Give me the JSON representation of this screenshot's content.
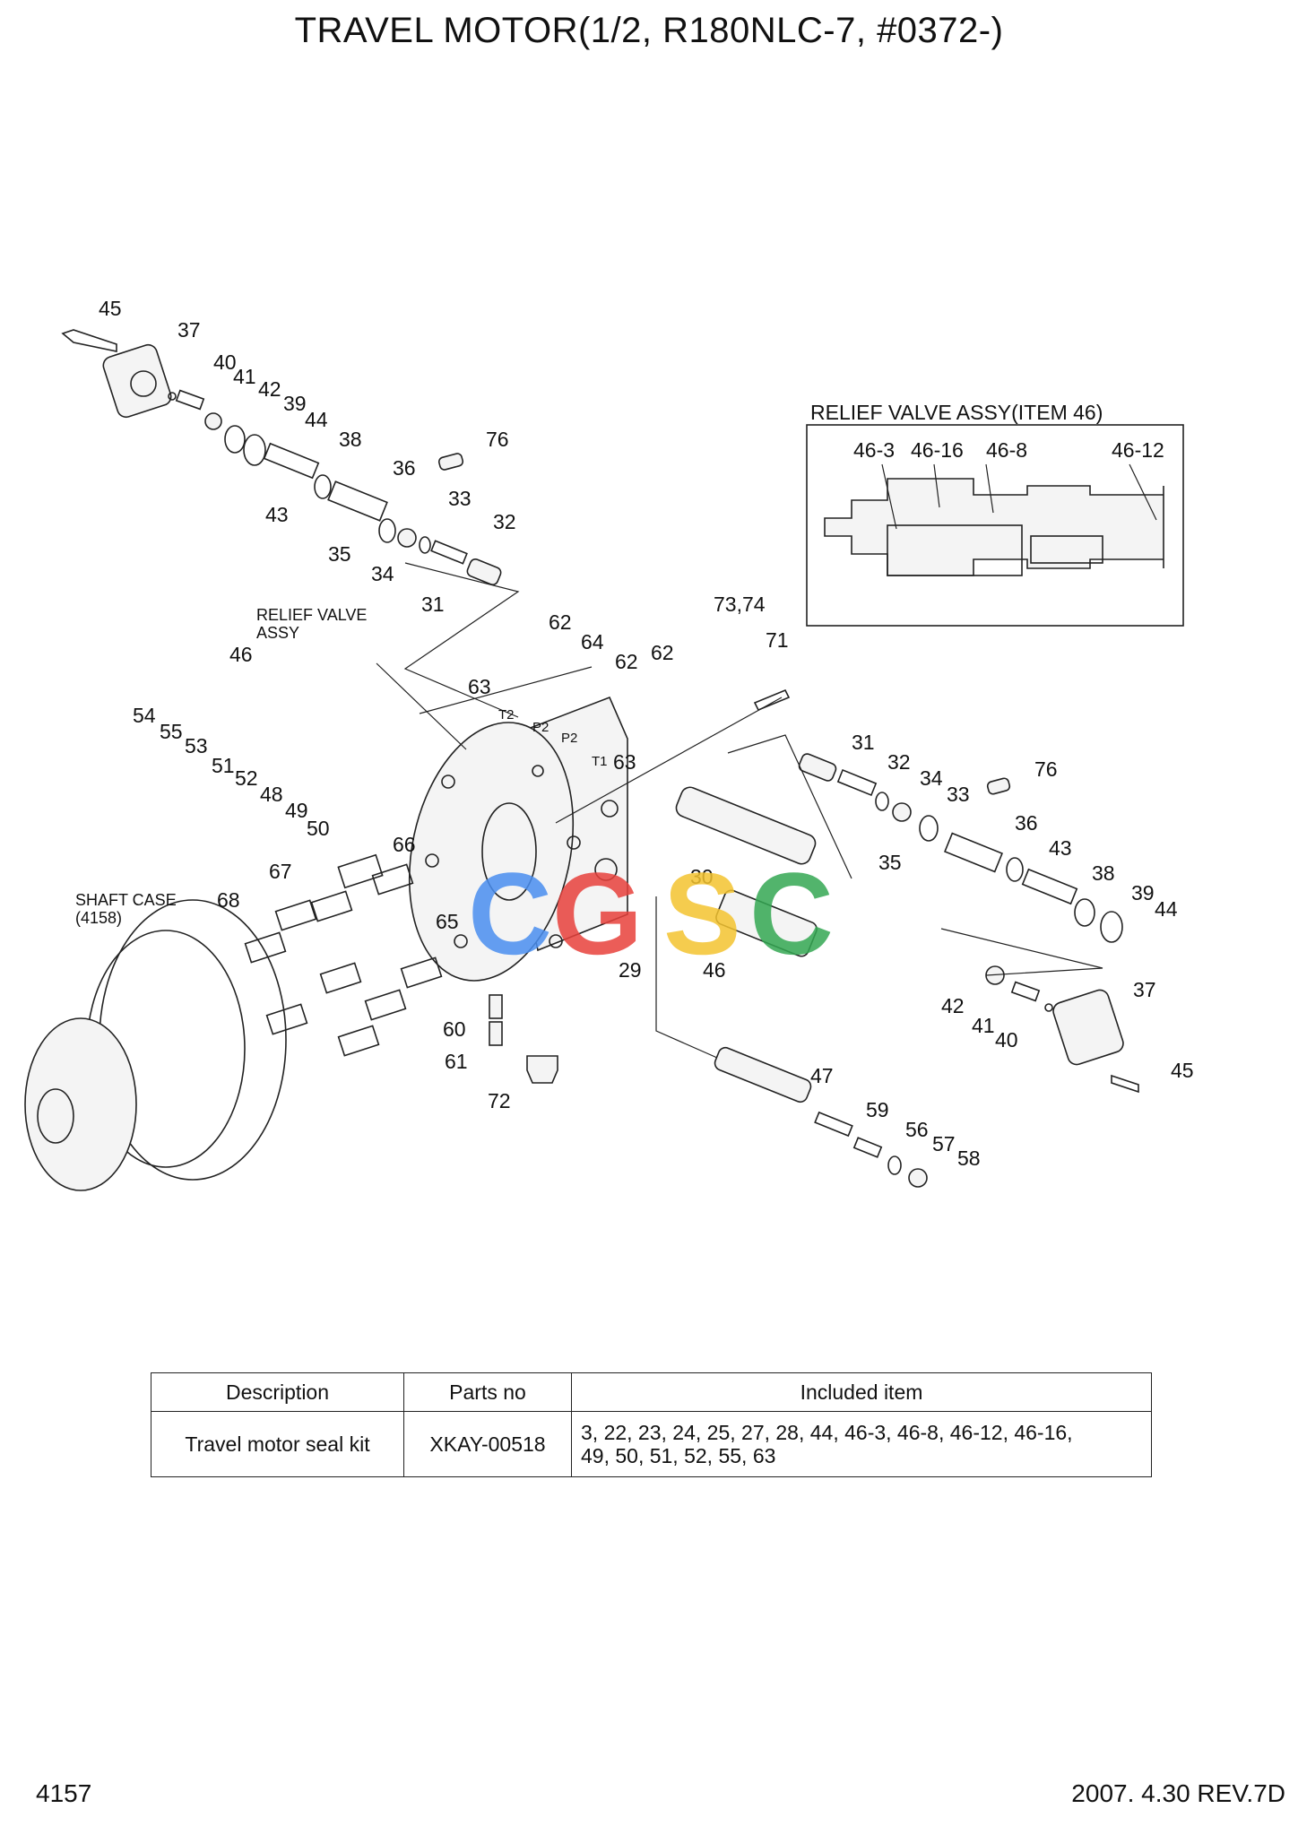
{
  "title": "TRAVEL MOTOR(1/2, R180NLC-7,  #0372-)",
  "relief_valve_box": {
    "title": "RELIEF VALVE ASSY(ITEM 46)",
    "callouts": [
      "46-3",
      "46-16",
      "46-8",
      "46-12"
    ]
  },
  "labels": {
    "relief_valve_assy_line1": "RELIEF VALVE",
    "relief_valve_assy_line2": "ASSY",
    "shaft_case_line1": "SHAFT CASE",
    "shaft_case_line2": "(4158)",
    "port_t2": "T2",
    "port_p2a": "P2",
    "port_p2b": "P2",
    "port_t1": "T1"
  },
  "callouts": {
    "c45a": "45",
    "c37a": "37",
    "c40a": "40",
    "c41a": "41",
    "c42a": "42",
    "c39a": "39",
    "c44a": "44",
    "c38a": "38",
    "c36a": "36",
    "c43a": "43",
    "c33a": "33",
    "c32a": "32",
    "c35a": "35",
    "c34a": "34",
    "c31a": "31",
    "c76a": "76",
    "c7374": "73,74",
    "c62a": "62",
    "c64": "64",
    "c62b": "62",
    "c62c": "62",
    "c71": "71",
    "c63a": "63",
    "c63b": "63",
    "c46a": "46",
    "c54": "54",
    "c55": "55",
    "c53": "53",
    "c51": "51",
    "c52": "52",
    "c48": "48",
    "c49": "49",
    "c50": "50",
    "c66": "66",
    "c67": "67",
    "c68": "68",
    "c65": "65",
    "c60": "60",
    "c61": "61",
    "c72": "72",
    "c30": "30",
    "c29": "29",
    "c46b": "46",
    "c31b": "31",
    "c32b": "32",
    "c34b": "34",
    "c33b": "33",
    "c76b": "76",
    "c35b": "35",
    "c36b": "36",
    "c43b": "43",
    "c38b": "38",
    "c39b": "39",
    "c44b": "44",
    "c37b": "37",
    "c42b": "42",
    "c41b": "41",
    "c40b": "40",
    "c45b": "45",
    "c47": "47",
    "c59": "59",
    "c56": "56",
    "c57": "57",
    "c58": "58"
  },
  "kit_table": {
    "headers": [
      "Description",
      "Parts no",
      "Included item"
    ],
    "rows": [
      {
        "description": "Travel motor seal kit",
        "parts_no": "XKAY-00518",
        "included_line1": "3, 22, 23, 24, 25, 27, 28, 44, 46-3, 46-8, 46-12, 46-16,",
        "included_line2": "49, 50, 51, 52, 55, 63"
      }
    ]
  },
  "watermark": {
    "letters": [
      "C",
      "G",
      "S",
      "C"
    ],
    "colors": [
      "#4a8ff0",
      "#e8413c",
      "#f4c430",
      "#34a853"
    ]
  },
  "footer": {
    "page": "4157",
    "revision": "2007. 4.30  REV.7D"
  }
}
